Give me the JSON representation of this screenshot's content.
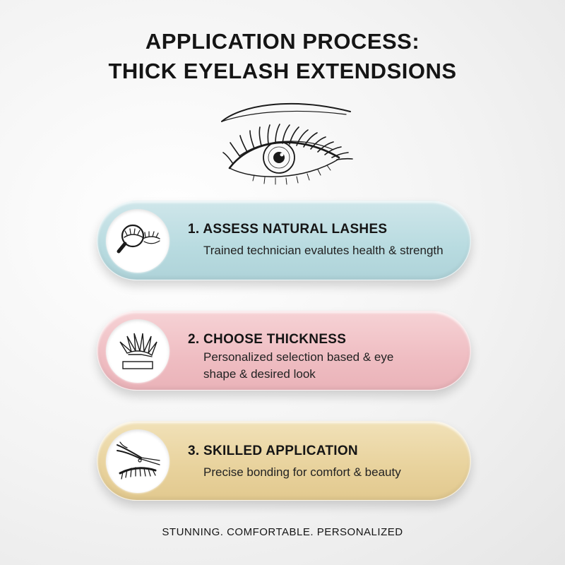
{
  "title": {
    "line1": "APPLICATION PROCESS:",
    "line2": "THICK EYELASH EXTENDSIONS"
  },
  "steps": [
    {
      "title": "1. ASSESS NATURAL LASHES",
      "desc": "Trained technician evalutes health & strength",
      "icon": "magnifier-lash-icon",
      "color": "#b8dbe0"
    },
    {
      "title": "2. CHOOSE THICKNESS",
      "desc_line1": "Personalized selection based & eye",
      "desc_line2": "shape & desired look",
      "icon": "lash-fans-icon",
      "color": "#efbdc2"
    },
    {
      "title": "3. SKILLED APPLICATION",
      "desc": "Precise bonding for comfort & beauty",
      "icon": "tweezers-lash-icon",
      "color": "#e8d29c"
    }
  ],
  "footer": "STUNNING. COMFORTABLE. PERSONALIZED"
}
